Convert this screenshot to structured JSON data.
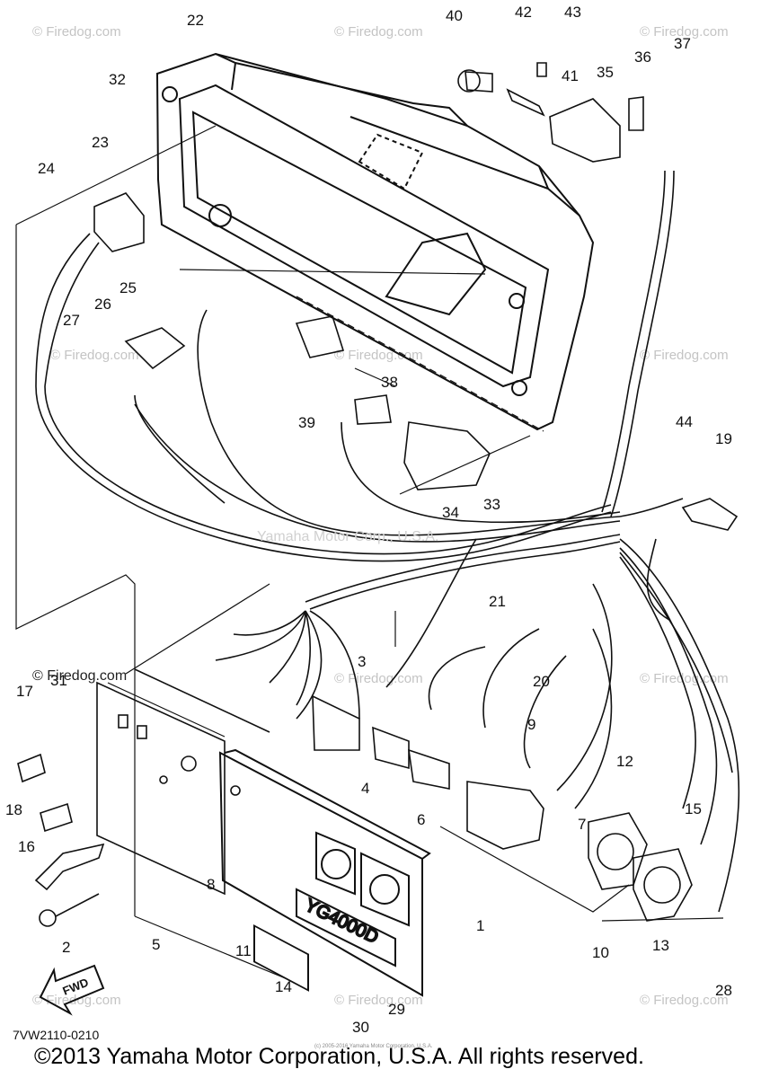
{
  "diagram": {
    "watermarks": [
      "© Firedog.com"
    ],
    "faint_text": "Yamaha Motor Corp., U.S.A.",
    "panel_model_text": "YG4000D",
    "direction_arrow_label": "FWD",
    "part_code": "7VW2110-0210",
    "copyright": "©2013 Yamaha Motor Corporation, U.S.A. All rights reserved.",
    "copyright_small": "(c) 2005-2016 Yamaha Motor Corporation, U.S.A.",
    "callouts": [
      "1",
      "2",
      "3",
      "4",
      "5",
      "6",
      "7",
      "8",
      "9",
      "10",
      "11",
      "12",
      "13",
      "14",
      "15",
      "16",
      "17",
      "18",
      "19",
      "20",
      "21",
      "22",
      "23",
      "24",
      "25",
      "26",
      "27",
      "28",
      "29",
      "30",
      "31",
      "32",
      "33",
      "34",
      "35",
      "36",
      "37",
      "38",
      "39",
      "40",
      "41",
      "42",
      "43",
      "44"
    ]
  }
}
